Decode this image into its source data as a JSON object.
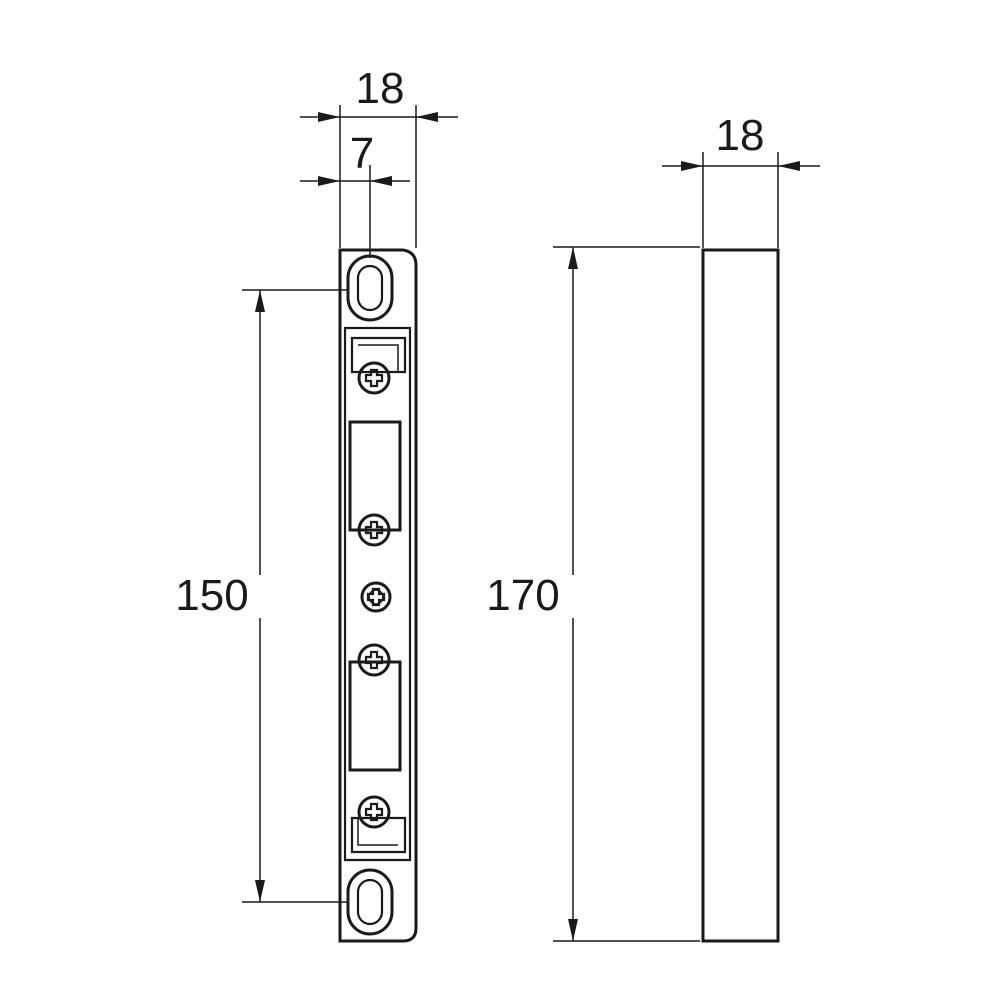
{
  "dimensions": {
    "front_width": "18",
    "hole_offset": "7",
    "hole_spacing": "150",
    "total_height": "170",
    "side_depth": "18"
  },
  "colors": {
    "line": "#1a1a1a",
    "background": "#ffffff"
  }
}
